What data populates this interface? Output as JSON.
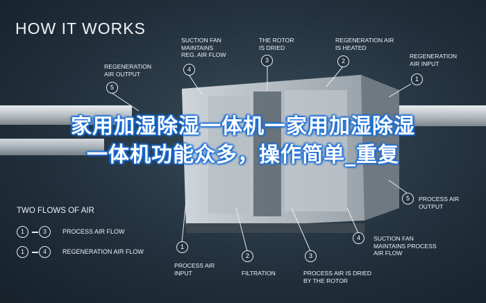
{
  "title": "HOW IT WORKS",
  "overlay_text": "家用加湿除湿一体机一家用加湿除湿一体机功能众多，操作简单_重复",
  "top_callouts": [
    {
      "num": "5",
      "label": "REGENERATION\nAIR OUTPUT"
    },
    {
      "num": "4",
      "label": "SUCTION FAN\nMAINTAINS\nREG. AIR FLOW"
    },
    {
      "num": "3",
      "label": "THE ROTOR\nIS DRIED"
    },
    {
      "num": "2",
      "label": "REGENERATION AIR\nIS HEATED"
    },
    {
      "num": "1",
      "label": "REGENERATION\nAIR INPUT"
    }
  ],
  "bottom_callouts": [
    {
      "num": "1",
      "label": "PROCESS AIR\nINPUT"
    },
    {
      "num": "2",
      "label": "FILTRATION"
    },
    {
      "num": "3",
      "label": "PROCESS AIR IS DRIED\nBY THE ROTOR"
    },
    {
      "num": "4",
      "label": "SUCTION FAN\nMAINTAINS PROCESS\nAIR FLOW"
    },
    {
      "num": "5",
      "label": "PROCESS AIR\nOUTPUT"
    }
  ],
  "legend": {
    "title": "TWO FLOWS OF AIR",
    "rows": [
      {
        "from": "1",
        "to": "3",
        "label": "PROCESS AIR FLOW"
      },
      {
        "from": "1",
        "to": "4",
        "label": "REGENERATION AIR FLOW"
      }
    ]
  }
}
